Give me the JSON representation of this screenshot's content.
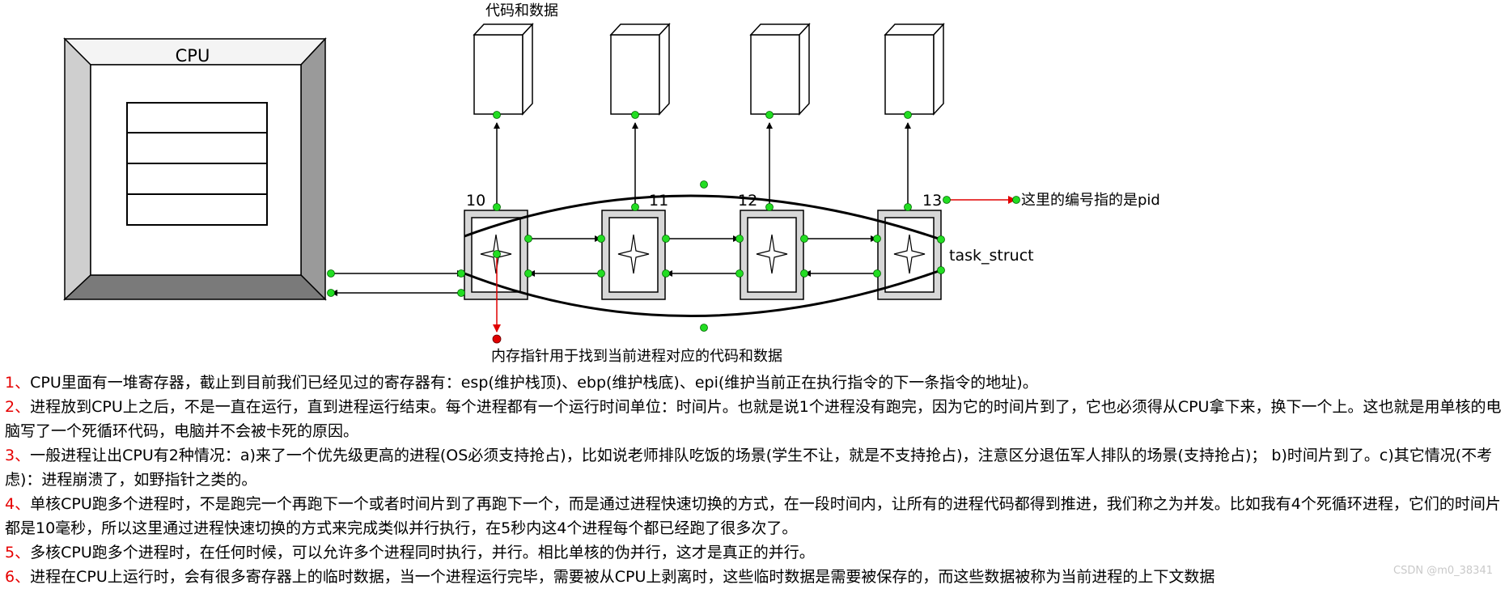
{
  "diagram": {
    "cpu_label": "CPU",
    "code_data_label": "代码和数据",
    "pids": [
      "10",
      "11",
      "12",
      "13"
    ],
    "pid_note": "这里的编号指的是pid",
    "task_struct_label": "task_struct",
    "memory_pointer_note": "内存指针用于找到当前进程对应的代码和数据",
    "colors": {
      "dot": "#22dd22",
      "red_arrow": "#e00000",
      "black": "#000000"
    }
  },
  "notes": [
    {
      "num": "1、",
      "text": "CPU里面有一堆寄存器，截止到目前我们已经见过的寄存器有：esp(维护栈顶)、ebp(维护栈底)、epi(维护当前正在执行指令的下一条指令的地址)。"
    },
    {
      "num": "2、",
      "text": "进程放到CPU上之后，不是一直在运行，直到进程运行结束。每个进程都有一个运行时间单位：时间片。也就是说1个进程没有跑完，因为它的时间片到了，它也必须得从CPU拿下来，换下一个上。这也就是用单核的电脑写了一个死循环代码，电脑并不会被卡死的原因。"
    },
    {
      "num": "3、",
      "text": "一般进程让出CPU有2种情况：a)来了一个优先级更高的进程(OS必须支持抢占)，比如说老师排队吃饭的场景(学生不让，就是不支持抢占)，注意区分退伍军人排队的场景(支持抢占)； b)时间片到了。c)其它情况(不考虑)：进程崩溃了，如野指针之类的。"
    },
    {
      "num": "4、",
      "text": "单核CPU跑多个进程时，不是跑完一个再跑下一个或者时间片到了再跑下一个，而是通过进程快速切换的方式，在一段时间内，让所有的进程代码都得到推进，我们称之为并发。比如我有4个死循环进程，它们的时间片都是10毫秒，所以这里通过进程快速切换的方式来完成类似并行执行，在5秒内这4个进程每个都已经跑了很多次了。"
    },
    {
      "num": "5、",
      "text": "多核CPU跑多个进程时，在任何时候，可以允许多个进程同时执行，并行。相比单核的伪并行，这才是真正的并行。"
    },
    {
      "num": "6、",
      "text": "进程在CPU上运行时，会有很多寄存器上的临时数据，当一个进程运行完毕，需要被从CPU上剥离时，这些临时数据是需要被保存的，而这些数据被称为当前进程的上下文数据"
    }
  ],
  "watermark": "CSDN @m0_38341"
}
